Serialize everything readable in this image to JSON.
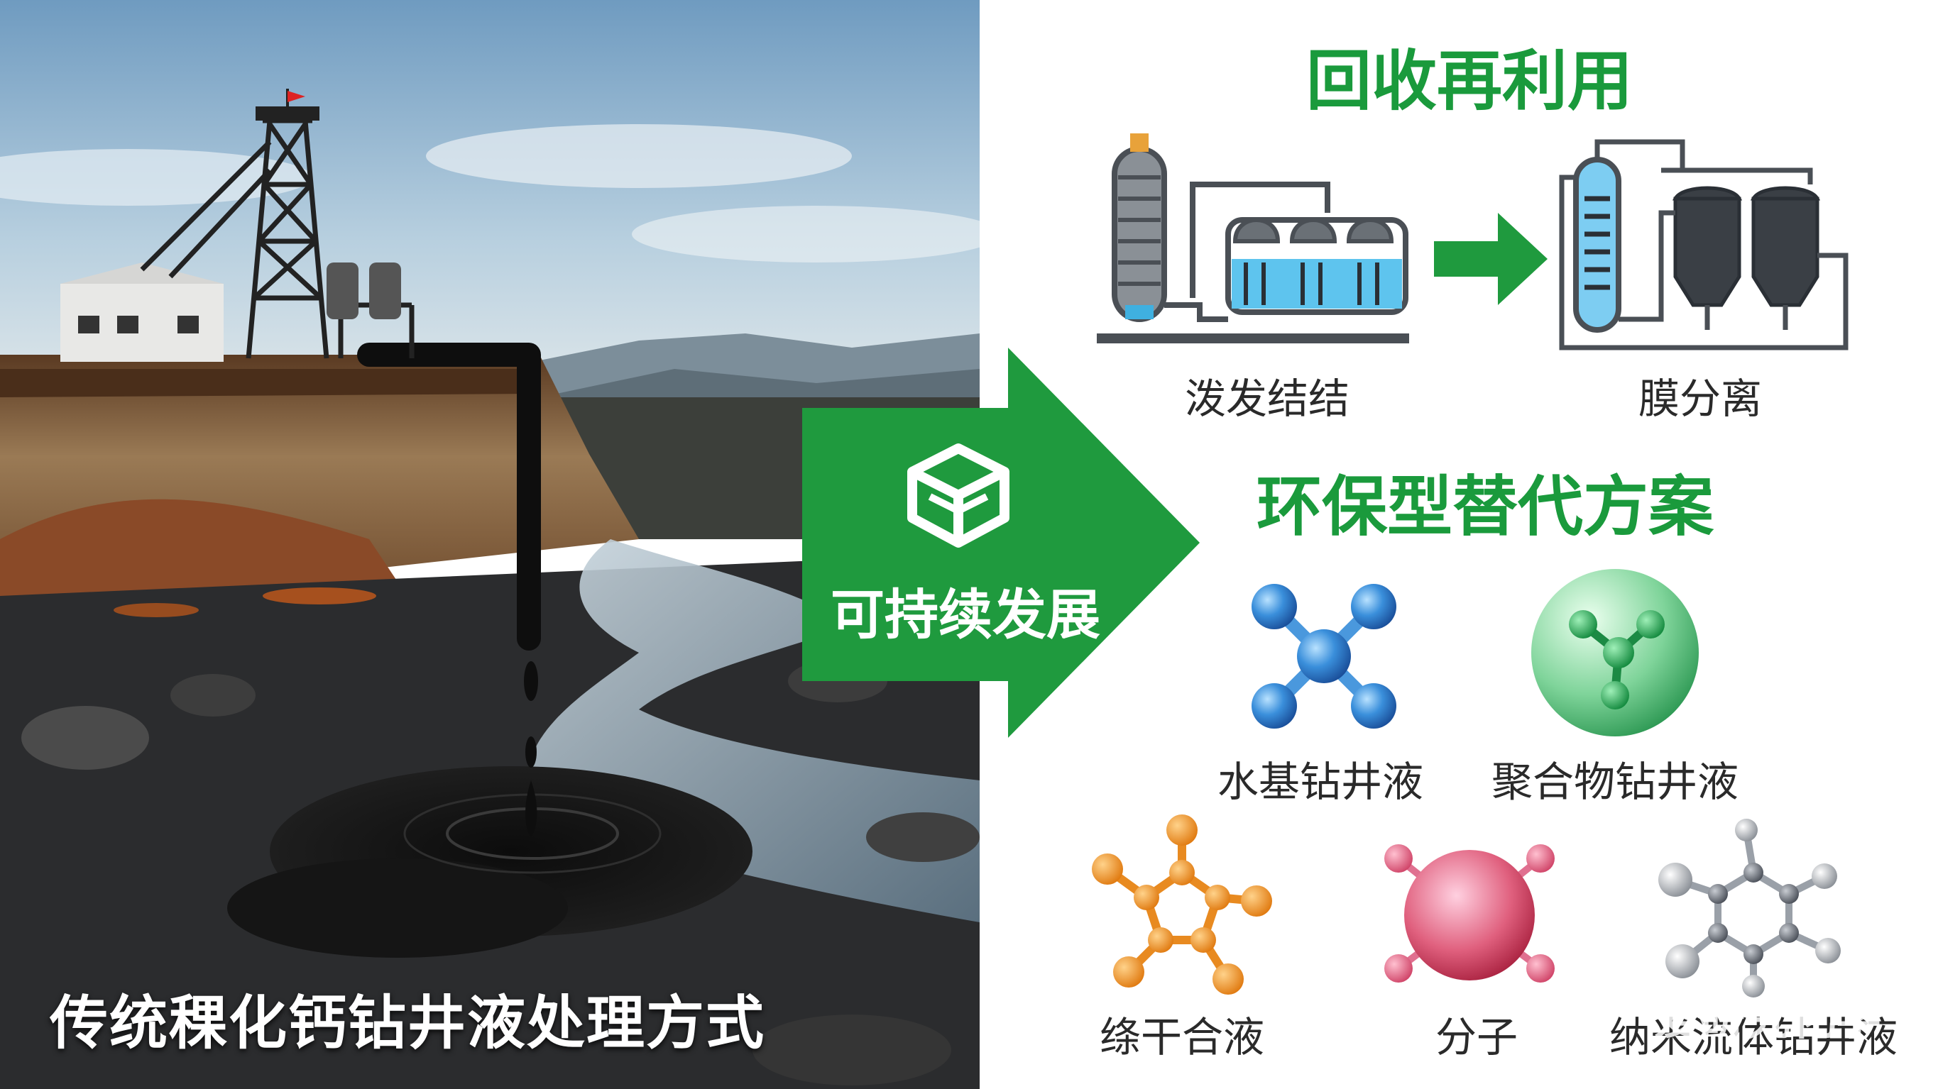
{
  "left_panel": {
    "caption": "传统稞化钙钻井液处理方式"
  },
  "center_arrow": {
    "label": "可持续发展",
    "icon": "box-icon",
    "color": "#1f9a3e"
  },
  "recycling": {
    "title": "回收再利用",
    "items": [
      {
        "label": "泼发结结",
        "icon": "evaporation-tanks-icon"
      },
      {
        "label": "膜分离",
        "icon": "membrane-separation-icon"
      }
    ],
    "arrow_icon": "right-arrow-icon"
  },
  "alternatives": {
    "title": "环保型替代方案",
    "items": [
      {
        "label": "水基钻井液",
        "icon": "blue-molecule-icon"
      },
      {
        "label": "聚合物钻井液",
        "icon": "green-molecule-sphere-icon"
      },
      {
        "label": "绦干合液",
        "icon": "orange-molecule-icon"
      },
      {
        "label": "分子",
        "icon": "pink-molecule-sphere-icon"
      },
      {
        "label": "纳米流体钻井液",
        "icon": "gray-molecule-icon"
      }
    ]
  },
  "watermark": "爱研究化学",
  "colors": {
    "accent_green": "#1a9a3c",
    "sky": "#8fb3cc",
    "oil": "#111111"
  }
}
